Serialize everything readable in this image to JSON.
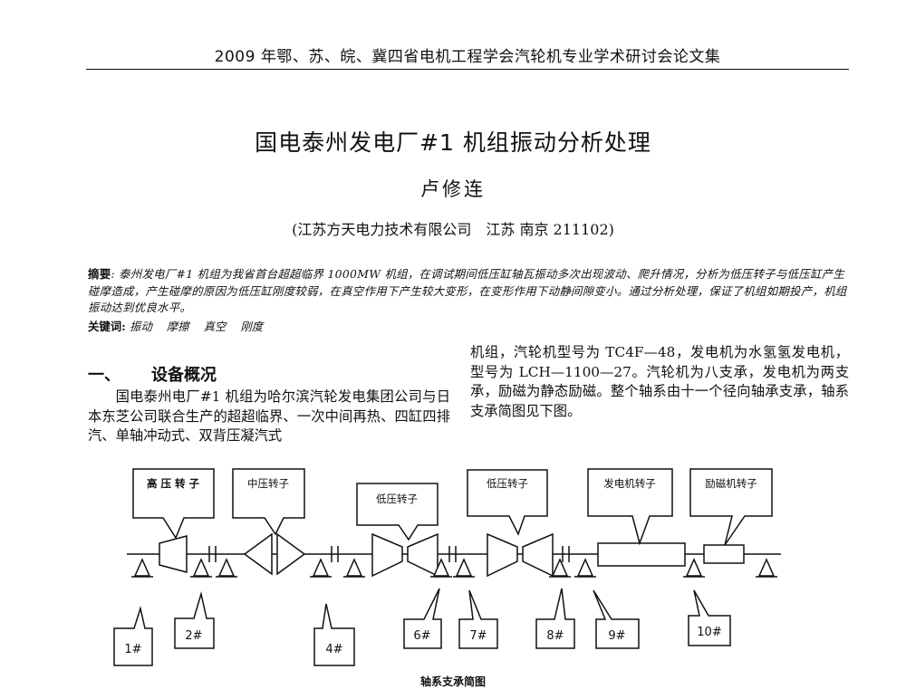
{
  "header": {
    "running_title": "2009 年鄂、苏、皖、冀四省电机工程学会汽轮机专业学术研讨会论文集"
  },
  "paper": {
    "title": "国电泰州发电厂#1 机组振动分析处理",
    "author": "卢修连",
    "affiliation": "(江苏方天电力技术有限公司　江苏 南京 211102)"
  },
  "abstract": {
    "label": "摘要",
    "text": ": 泰州发电厂#1 机组为我省首台超超临界 1000MW 机组，在调试期间低压缸轴瓦振动多次出现波动、爬升情况，分析为低压转子与低压缸产生碰摩造成，产生碰摩的原因为低压缸刚度较弱，在真空作用下产生较大变形，在变形作用下动静间隙变小。通过分析处理，保证了机组如期投产，机组振动达到优良水平。"
  },
  "keywords": {
    "label": "关键词",
    "items": [
      "振动",
      "摩擦",
      "真空",
      "刚度"
    ]
  },
  "section1": {
    "number": "一、",
    "title": "设备概况",
    "para_left": "国电泰州电厂#1 机组为哈尔滨汽轮发电集团公司与日本东芝公司联合生产的超超临界、一次中间再热、四缸四排汽、单轴冲动式、双背压凝汽式",
    "para_right": "机组，汽轮机型号为 TC4F—48，发电机为水氢氢发电机，型号为 LCH—1100—27。汽轮机为八支承，发电机为两支承，励磁为静态励磁。整个轴系由十一个径向轴承支承，轴系支承简图见下图。"
  },
  "diagram": {
    "rotor_labels": [
      "高 压 转 子",
      "中压转子",
      "低压转子",
      "低压转子",
      "发电机转子",
      "励磁机转子"
    ],
    "bearing_labels": [
      "1#",
      "2#",
      "4#",
      "6#",
      "7#",
      "8#",
      "9#",
      "10#"
    ],
    "caption": "轴系支承简图"
  }
}
